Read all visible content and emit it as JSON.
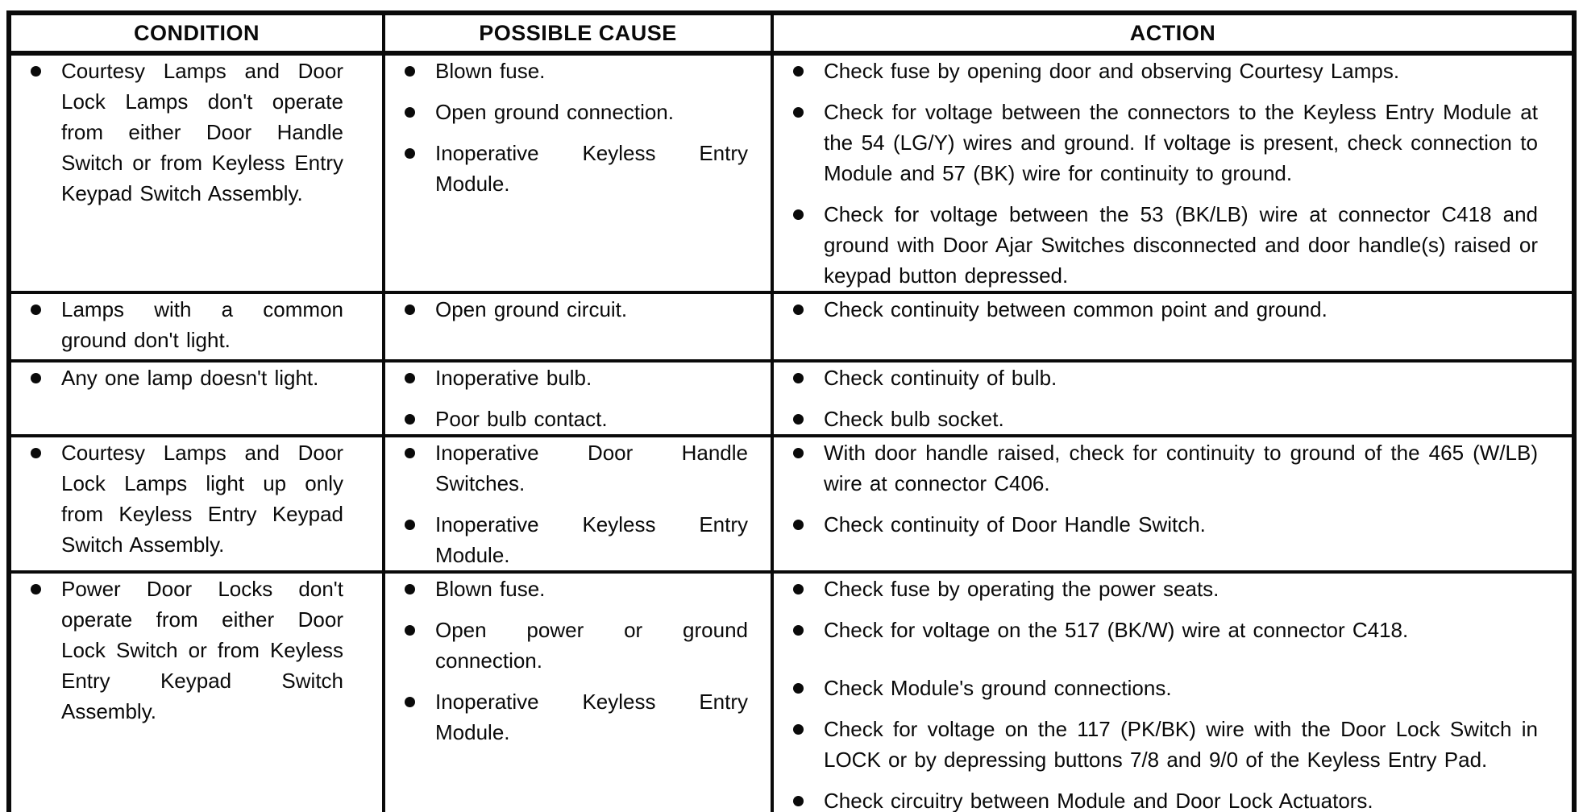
{
  "colors": {
    "paper": "#ffffff",
    "ink": "#0a0a0a"
  },
  "table": {
    "columns": [
      {
        "id": "condition",
        "label": "CONDITION"
      },
      {
        "id": "possible_cause",
        "label": "POSSIBLE CAUSE"
      },
      {
        "id": "action",
        "label": "ACTION"
      }
    ],
    "rows": [
      {
        "condition": [
          "Courtesy Lamps and Door Lock Lamps don't operate from either Door Handle Switch or from Keyless Entry Keypad Switch Assembly."
        ],
        "possible_cause": [
          "Blown fuse.",
          "Open ground connection.",
          "Inoperative Keyless Entry Module."
        ],
        "action": [
          "Check fuse by opening door and observing Courtesy Lamps.",
          "Check for voltage between the connectors to the Keyless Entry Module at the 54 (LG/Y) wires and ground. If voltage is present, check connection to Module and 57 (BK) wire for continuity to ground.",
          "Check for voltage between the 53 (BK/LB) wire at connector C418 and ground with Door Ajar Switches disconnected and door handle(s) raised or keypad button depressed."
        ]
      },
      {
        "condition": [
          "Lamps with a common ground don't light."
        ],
        "possible_cause": [
          "Open ground circuit."
        ],
        "action": [
          "Check continuity between common point and ground."
        ]
      },
      {
        "condition": [
          "Any one lamp doesn't light."
        ],
        "possible_cause": [
          "Inoperative bulb.",
          "Poor bulb contact."
        ],
        "action": [
          "Check continuity of bulb.",
          "Check bulb socket."
        ]
      },
      {
        "condition": [
          "Courtesy Lamps and Door Lock Lamps light up only from Keyless Entry Keypad Switch Assembly."
        ],
        "possible_cause": [
          "Inoperative Door Handle Switches.",
          "Inoperative Keyless Entry Module."
        ],
        "action": [
          "With door handle raised, check for continuity to ground of the 465 (W/LB) wire at connector C406.",
          "Check continuity of Door Handle Switch."
        ]
      },
      {
        "condition": [
          "Power Door Locks don't operate from either Door Lock Switch or from Keyless Entry Keypad Switch Assembly."
        ],
        "possible_cause": [
          "Blown fuse.",
          "Open power or ground connection.",
          "Inoperative Keyless Entry Module."
        ],
        "action": [
          "Check fuse by operating the power seats.",
          "Check for voltage on the 517 (BK/W) wire at connector C418.",
          "Check Module's ground connections.",
          "Check for voltage on the 117 (PK/BK) wire with the Door Lock Switch in LOCK or by depressing buttons 7/8 and 9/0 of the Keyless Entry Pad.",
          "Check circuitry between Module and Door Lock Actuators."
        ],
        "action_extra_space_before": 2
      }
    ]
  }
}
